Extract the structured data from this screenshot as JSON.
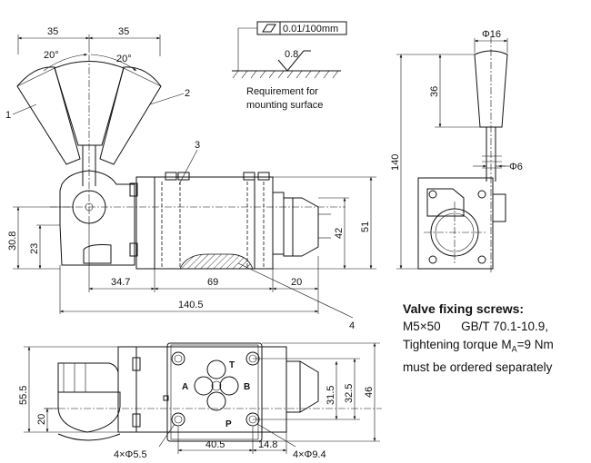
{
  "front_view": {
    "dims_top": [
      "35",
      "35"
    ],
    "angles": [
      "20°",
      "20°"
    ],
    "balloons": [
      "1",
      "2",
      "3",
      "4"
    ],
    "dims_left": [
      "30.8",
      "23"
    ],
    "dims_right": [
      "42",
      "51"
    ],
    "dims_bottom": [
      "34.7",
      "69",
      "20"
    ],
    "overall_length": "140.5"
  },
  "surface_spec": {
    "flatness": "0.01/100mm",
    "roughness": "0.8",
    "caption_line1": "Requirement for",
    "caption_line2": "mounting surface"
  },
  "side_view": {
    "dia_knob": "Φ16",
    "dim_knob": "36",
    "height": "140",
    "dia_stem": "Φ6"
  },
  "bottom_view": {
    "ports": [
      "T",
      "A",
      "B",
      "P"
    ],
    "dims_left": [
      "55.5",
      "20"
    ],
    "dims_right": [
      "32.5",
      "31.5",
      "46"
    ],
    "dims_bottom": [
      "40.5",
      "14.8"
    ],
    "holes_small": "4×Φ5.5",
    "holes_large": "4×Φ9.4"
  },
  "notes": {
    "title": "Valve fixing screws:",
    "screw": "M5×50",
    "standard": "GB/T 70.1-10.9,",
    "torque_prefix": "Tightening torque M",
    "torque_sub": "A",
    "torque_suffix": "=9 Nm",
    "line4": "must be ordered separately"
  }
}
